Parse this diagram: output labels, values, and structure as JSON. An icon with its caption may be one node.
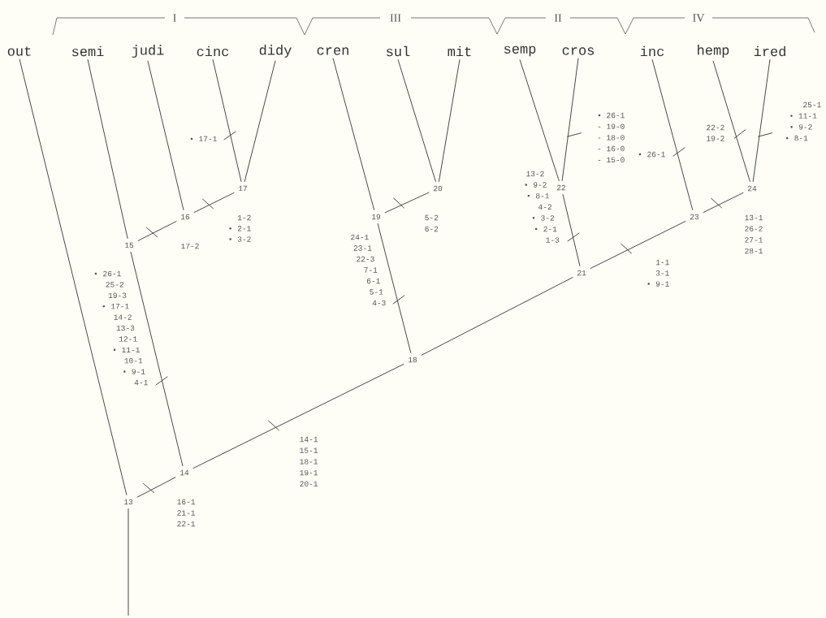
{
  "diagram": {
    "nodes": [
      {
        "text": [
          "out"
        ]
      },
      {
        "text": [
          "semi"
        ]
      },
      {
        "text": [
          "judi"
        ]
      },
      {
        "text": [
          "cinc"
        ]
      },
      {
        "text": [
          "didy"
        ]
      },
      {
        "text": [
          "cren"
        ]
      },
      {
        "text": [
          "sul"
        ]
      },
      {
        "text": [
          "mit"
        ]
      },
      {
        "text": [
          "semp"
        ]
      },
      {
        "text": [
          "cros"
        ]
      },
      {
        "text": [
          "inc"
        ]
      },
      {
        "text": [
          "hemp"
        ]
      },
      {
        "text": [
          "ired"
        ]
      },
      {
        "text": [
          "13"
        ]
      },
      {
        "text": [
          "14"
        ]
      },
      {
        "text": [
          "15"
        ]
      },
      {
        "text": [
          "16"
        ]
      },
      {
        "text": [
          "17"
        ]
      },
      {
        "text": [
          "18"
        ]
      },
      {
        "text": [
          "19"
        ]
      },
      {
        "text": [
          "20"
        ]
      },
      {
        "text": [
          "21"
        ]
      },
      {
        "text": [
          "22"
        ]
      },
      {
        "text": [
          "23"
        ]
      },
      {
        "text": [
          "24"
        ]
      }
    ],
    "edges": [
      {
        "from": 0,
        "to": 13,
        "arrow": "none"
      },
      {
        "from": 14,
        "to": 13,
        "arrow": "none"
      },
      {
        "from": 1,
        "to": 15,
        "arrow": "none"
      },
      {
        "from": 15,
        "to": 14,
        "arrow": "none"
      },
      {
        "from": 18,
        "to": 14,
        "arrow": "none"
      },
      {
        "from": 2,
        "to": 16,
        "arrow": "none"
      },
      {
        "from": 16,
        "to": 15,
        "arrow": "none"
      },
      {
        "from": 3,
        "to": 17,
        "arrow": "none"
      },
      {
        "from": 4,
        "to": 17,
        "arrow": "none"
      },
      {
        "from": 17,
        "to": 16,
        "arrow": "none"
      },
      {
        "from": 5,
        "to": 19,
        "arrow": "none"
      },
      {
        "from": 19,
        "to": 18,
        "arrow": "none"
      },
      {
        "from": 6,
        "to": 20,
        "arrow": "none"
      },
      {
        "from": 7,
        "to": 20,
        "arrow": "none"
      },
      {
        "from": 20,
        "to": 19,
        "arrow": "none"
      },
      {
        "from": 21,
        "to": 18,
        "arrow": "none"
      },
      {
        "from": 8,
        "to": 22,
        "arrow": "none"
      },
      {
        "from": 9,
        "to": 22,
        "arrow": "none"
      },
      {
        "from": 22,
        "to": 21,
        "arrow": "none"
      },
      {
        "from": 23,
        "to": 21,
        "arrow": "none"
      },
      {
        "from": 10,
        "to": 23,
        "arrow": "none"
      },
      {
        "from": 24,
        "to": 23,
        "arrow": "none"
      },
      {
        "from": 11,
        "to": 24,
        "arrow": "none"
      },
      {
        "from": 12,
        "to": 24,
        "arrow": "none"
      },
      {
        "from": 13,
        "to": null,
        "arrow": "none"
      }
    ],
    "labels": [
      "I",
      "III",
      "II",
      "IV",
      "25-1",
      "• 26-1",
      "• 11-1",
      "- 19-0",
      "22-2",
      "• 9-2",
      "• 17-1",
      "- 18-0",
      "19-2",
      "• 8-1",
      "- 16-0",
      "- 15-0",
      "• 26-1",
      "13-2",
      "• 9-2",
      "• 8-1",
      "4-2",
      "1-2",
      "5-2",
      "• 3-2",
      "13-1",
      "• 2-1",
      "6-2",
      "• 2-1",
      "26-2",
      "• 3-2",
      "24-1",
      "1-3",
      "27-1",
      "17-2",
      "23-1",
      "28-1",
      "22-3",
      "1-1",
      "• 26-1",
      "7-1",
      "3-1",
      "25-2",
      "6-1",
      "• 9-1",
      "19-3",
      "5-1",
      "• 17-1",
      "4-3",
      "14-2",
      "13-3",
      "12-1",
      "• 11-1",
      "10-1",
      "• 9-1",
      "4-1",
      "14-1",
      "15-1",
      "18-1",
      "19-1",
      "20-1",
      "16-1",
      "21-1",
      "22-1"
    ]
  }
}
